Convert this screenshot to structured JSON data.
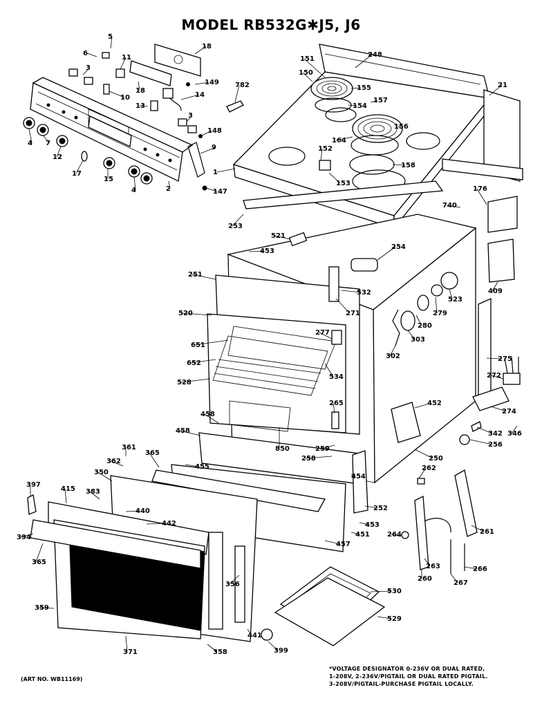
{
  "title": "MODEL RB532G✱J5, J6",
  "art_number": "(ART NO. WB11169)",
  "voltage_note": [
    "*VOLTAGE DESIGNATOR 0-236V OR DUAL RATED,",
    "1-208V, 2-236V/PIGTAIL OR DUAL RATED PIGTAIL.",
    "3-208V/PIGTAIL-PURCHASE PIGTAIL LOCALLY."
  ],
  "part_labels": [
    {
      "id": "p5",
      "text": "5"
    },
    {
      "id": "p6",
      "text": "6"
    },
    {
      "id": "p11",
      "text": "11"
    },
    {
      "id": "p18a",
      "text": "18"
    },
    {
      "id": "p3a",
      "text": "3"
    },
    {
      "id": "p18b",
      "text": "18"
    },
    {
      "id": "p149",
      "text": "149"
    },
    {
      "id": "p782",
      "text": "782"
    },
    {
      "id": "p14",
      "text": "14"
    },
    {
      "id": "p10",
      "text": "10"
    },
    {
      "id": "p13",
      "text": "13"
    },
    {
      "id": "p3b",
      "text": "3"
    },
    {
      "id": "p148",
      "text": "148"
    },
    {
      "id": "p9",
      "text": "9"
    },
    {
      "id": "p4a",
      "text": "4"
    },
    {
      "id": "p7",
      "text": "7"
    },
    {
      "id": "p12",
      "text": "12"
    },
    {
      "id": "p17",
      "text": "17"
    },
    {
      "id": "p15",
      "text": "15"
    },
    {
      "id": "p4b",
      "text": "4"
    },
    {
      "id": "p2",
      "text": "2"
    },
    {
      "id": "p147",
      "text": "147"
    },
    {
      "id": "p151",
      "text": "151"
    },
    {
      "id": "p248",
      "text": "248"
    },
    {
      "id": "p150",
      "text": "150"
    },
    {
      "id": "p155",
      "text": "155"
    },
    {
      "id": "p157",
      "text": "157"
    },
    {
      "id": "p154",
      "text": "154"
    },
    {
      "id": "p21",
      "text": "21"
    },
    {
      "id": "p156",
      "text": "156"
    },
    {
      "id": "p164",
      "text": "164"
    },
    {
      "id": "p152",
      "text": "152"
    },
    {
      "id": "p158",
      "text": "158"
    },
    {
      "id": "p153",
      "text": "153"
    },
    {
      "id": "p1",
      "text": "1"
    },
    {
      "id": "p176",
      "text": "176"
    },
    {
      "id": "p740",
      "text": "740"
    },
    {
      "id": "p253",
      "text": "253"
    },
    {
      "id": "p521",
      "text": "521"
    },
    {
      "id": "p453a",
      "text": "453"
    },
    {
      "id": "p254",
      "text": "254"
    },
    {
      "id": "p409",
      "text": "409"
    },
    {
      "id": "p251",
      "text": "251"
    },
    {
      "id": "p532",
      "text": "532"
    },
    {
      "id": "p523",
      "text": "523"
    },
    {
      "id": "p279",
      "text": "279"
    },
    {
      "id": "p271",
      "text": "271"
    },
    {
      "id": "p520",
      "text": "520"
    },
    {
      "id": "p280",
      "text": "280"
    },
    {
      "id": "p277",
      "text": "277"
    },
    {
      "id": "p303",
      "text": "303"
    },
    {
      "id": "p651",
      "text": "651"
    },
    {
      "id": "p302",
      "text": "302"
    },
    {
      "id": "p275",
      "text": "275"
    },
    {
      "id": "p652",
      "text": "652"
    },
    {
      "id": "p534",
      "text": "534"
    },
    {
      "id": "p272",
      "text": "272"
    },
    {
      "id": "p528",
      "text": "528"
    },
    {
      "id": "p265",
      "text": "265"
    },
    {
      "id": "p452",
      "text": "452"
    },
    {
      "id": "p274",
      "text": "274"
    },
    {
      "id": "p458a",
      "text": "458"
    },
    {
      "id": "p342",
      "text": "342"
    },
    {
      "id": "p346",
      "text": "346"
    },
    {
      "id": "p458b",
      "text": "458"
    },
    {
      "id": "p850",
      "text": "850"
    },
    {
      "id": "p259",
      "text": "259"
    },
    {
      "id": "p256",
      "text": "256"
    },
    {
      "id": "p361",
      "text": "361"
    },
    {
      "id": "p362",
      "text": "362"
    },
    {
      "id": "p365a",
      "text": "365"
    },
    {
      "id": "p455",
      "text": "455"
    },
    {
      "id": "p258",
      "text": "258"
    },
    {
      "id": "p250",
      "text": "250"
    },
    {
      "id": "p350",
      "text": "350"
    },
    {
      "id": "p454",
      "text": "454"
    },
    {
      "id": "p262",
      "text": "262"
    },
    {
      "id": "p397",
      "text": "397"
    },
    {
      "id": "p415",
      "text": "415"
    },
    {
      "id": "p383",
      "text": "383"
    },
    {
      "id": "p440",
      "text": "440"
    },
    {
      "id": "p252",
      "text": "252"
    },
    {
      "id": "p442",
      "text": "442"
    },
    {
      "id": "p453b",
      "text": "453"
    },
    {
      "id": "p451",
      "text": "451"
    },
    {
      "id": "p261",
      "text": "261"
    },
    {
      "id": "p394",
      "text": "394"
    },
    {
      "id": "p264",
      "text": "264"
    },
    {
      "id": "p457",
      "text": "457"
    },
    {
      "id": "p365b",
      "text": "365"
    },
    {
      "id": "p263",
      "text": "263"
    },
    {
      "id": "p266",
      "text": "266"
    },
    {
      "id": "p260",
      "text": "260"
    },
    {
      "id": "p267",
      "text": "267"
    },
    {
      "id": "p356",
      "text": "356"
    },
    {
      "id": "p530",
      "text": "530"
    },
    {
      "id": "p359",
      "text": "359"
    },
    {
      "id": "p529",
      "text": "529"
    },
    {
      "id": "p441",
      "text": "441"
    },
    {
      "id": "p371",
      "text": "371"
    },
    {
      "id": "p358",
      "text": "358"
    },
    {
      "id": "p399",
      "text": "399"
    }
  ]
}
